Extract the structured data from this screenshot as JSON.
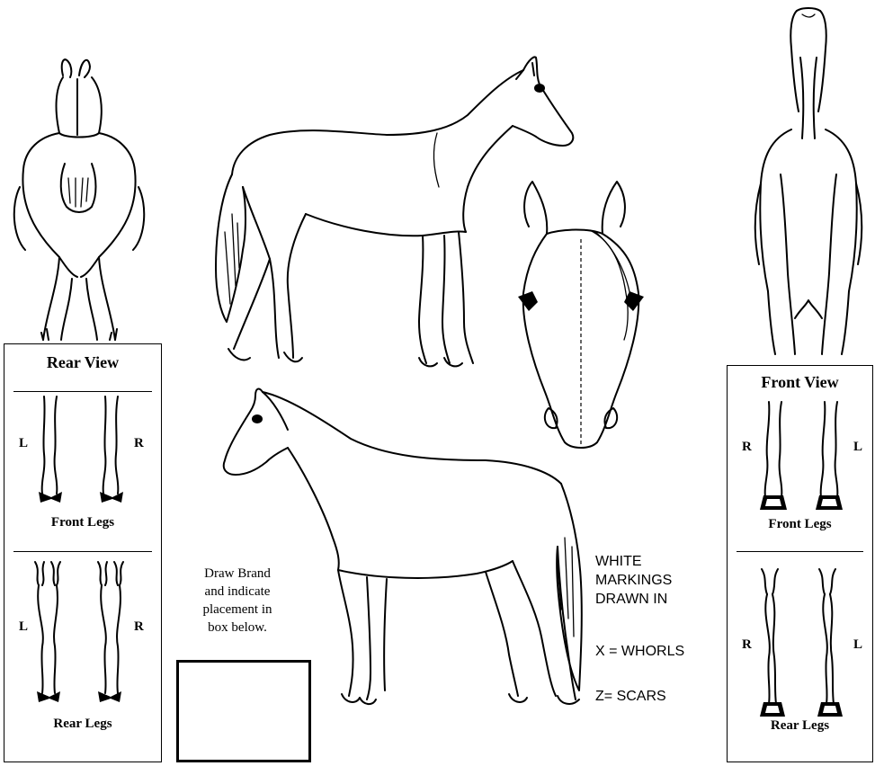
{
  "rear_panel": {
    "title": "Rear View",
    "front_legs": {
      "caption": "Front Legs",
      "left": "L",
      "right": "R"
    },
    "rear_legs": {
      "caption": "Rear Legs",
      "left": "L",
      "right": "R"
    }
  },
  "front_panel": {
    "title": "Front View",
    "front_legs": {
      "caption": "Front Legs",
      "left": "R",
      "right": "L"
    },
    "rear_legs": {
      "caption": "Rear Legs",
      "left": "R",
      "right": "L"
    }
  },
  "brand": {
    "instruction_lines": [
      "Draw Brand",
      "and indicate",
      "placement in",
      "box below."
    ]
  },
  "legend": {
    "markings_lines": [
      "WHITE",
      "MARKINGS",
      "DRAWN IN"
    ],
    "whorls": "X = WHORLS",
    "scars": "Z= SCARS"
  }
}
